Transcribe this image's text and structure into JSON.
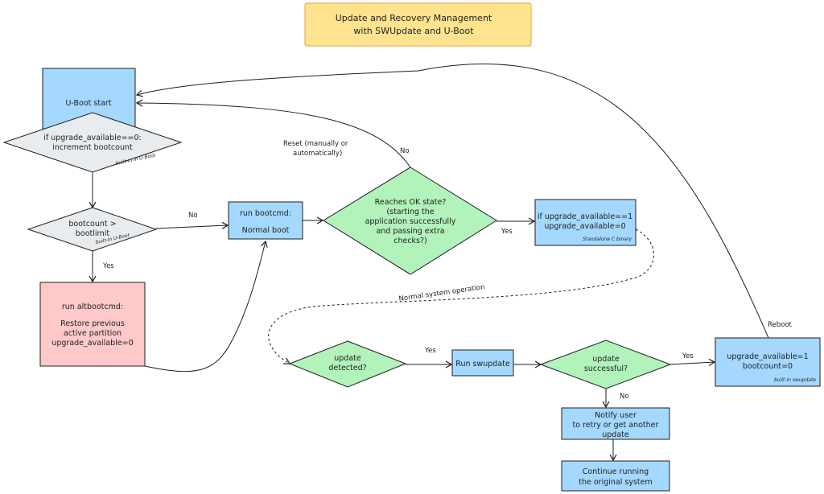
{
  "colors": {
    "title_fill": "#ffe38f",
    "title_stroke": "#e2b45a",
    "blue": "#a5d8ff",
    "gray": "#e9ecef",
    "pink": "#ffc9c9",
    "green": "#b2f2bb",
    "stroke": "#1e1e1e"
  },
  "title": {
    "line1": "Update and Recovery Management",
    "line2": "with SWUpdate and U-Boot"
  },
  "nodes": {
    "uboot_start": {
      "label": "U-Boot start"
    },
    "increment": {
      "line1": "if upgrade_available==0:",
      "line2": "increment bootcount",
      "note": "built-in in U-Boot"
    },
    "bootcount_check": {
      "line1": "bootcount >",
      "line2": "bootlimit",
      "note": "built-in U-Boot"
    },
    "altbootcmd": {
      "line1": "run altbootcmd:",
      "line2": "Restore previous",
      "line3": "active partition",
      "line4": "upgrade_available=0"
    },
    "bootcmd": {
      "line1": "run bootcmd:",
      "line2": "Normal boot"
    },
    "ok_state": {
      "line1": "Reaches OK state?",
      "line2": "(starting the",
      "line3": "application successfully",
      "line4": "and passing extra",
      "line5": "checks?)"
    },
    "clear_flag": {
      "line1": "if upgrade_available==1",
      "line2": "upgrade_available=0",
      "note": "Standalone C binary"
    },
    "update_detected": {
      "line1": "update",
      "line2": "detected?"
    },
    "run_swupdate": {
      "label": "Run swupdate"
    },
    "update_successful": {
      "line1": "update",
      "line2": "successful?"
    },
    "set_flag": {
      "line1": "upgrade_available=1",
      "line2": "bootcount=0",
      "note": "built-in swupdate"
    },
    "notify": {
      "line1": "Notify user",
      "line2": "to retry or get another",
      "line3": "update"
    },
    "continue": {
      "line1": "Continue running",
      "line2": "the original system"
    }
  },
  "edge_labels": {
    "no_bootcmd": "No",
    "yes_alt": "Yes",
    "yes_clear": "Yes",
    "no_ok": "No",
    "reset_line1": "Reset (manually or",
    "reset_line2": "automatically)",
    "normal_operation": "Normal system operation",
    "yes_swupdate": "Yes",
    "yes_set_flag": "Yes",
    "no_notify": "No",
    "reboot": "Reboot"
  }
}
